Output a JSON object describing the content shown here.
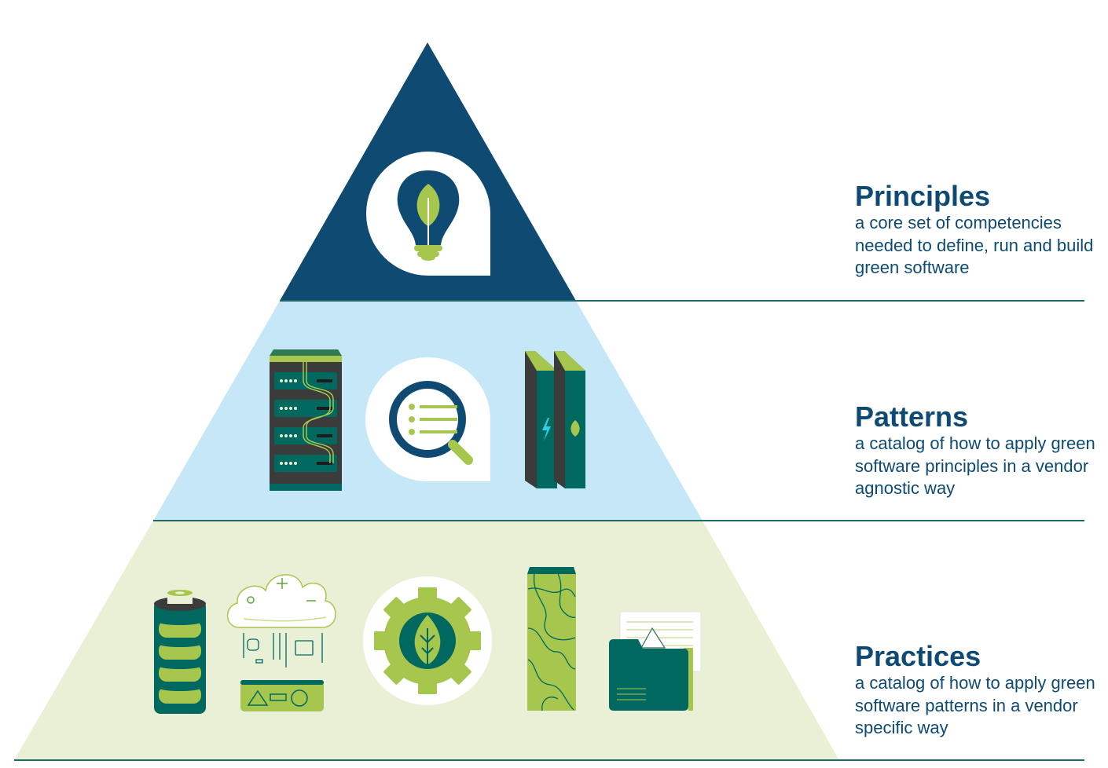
{
  "layers": [
    {
      "id": "principles",
      "title": "Principles",
      "description": "a core set of competencies needed to define, run and build green software",
      "icons": [
        "lightbulb-leaf-icon"
      ]
    },
    {
      "id": "patterns",
      "title": "Patterns",
      "description": "a catalog of how to apply green software principles in a vendor agnostic way",
      "icons": [
        "server-rack-icon",
        "magnifier-list-icon",
        "battery-books-icon"
      ]
    },
    {
      "id": "practices",
      "title": "Practices",
      "description": "a catalog of how to apply green software patterns in a vendor specific way",
      "icons": [
        "battery-icon",
        "cloud-circuit-icon",
        "gear-leaf-icon",
        "storage-block-icon",
        "folder-documents-icon"
      ]
    }
  ],
  "colors": {
    "navy": "#0f4a72",
    "light_blue": "#c5e7f8",
    "pale_green": "#e9f0d5",
    "lime": "#a6c64e",
    "teal": "#00695f",
    "dark_gray": "#3b3b3b",
    "line": "#1f6a64"
  }
}
